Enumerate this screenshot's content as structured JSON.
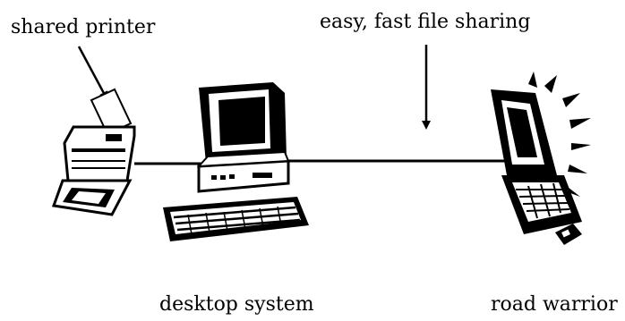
{
  "labels": {
    "shared_printer": "shared printer",
    "file_sharing": "easy, fast file sharing",
    "desktop_system": "desktop system",
    "road_warrior": "road warrior"
  },
  "icons": [
    "printer-icon",
    "desktop-computer-icon",
    "laptop-icon"
  ],
  "colors": {
    "ink": "#000000",
    "paper": "#ffffff"
  }
}
